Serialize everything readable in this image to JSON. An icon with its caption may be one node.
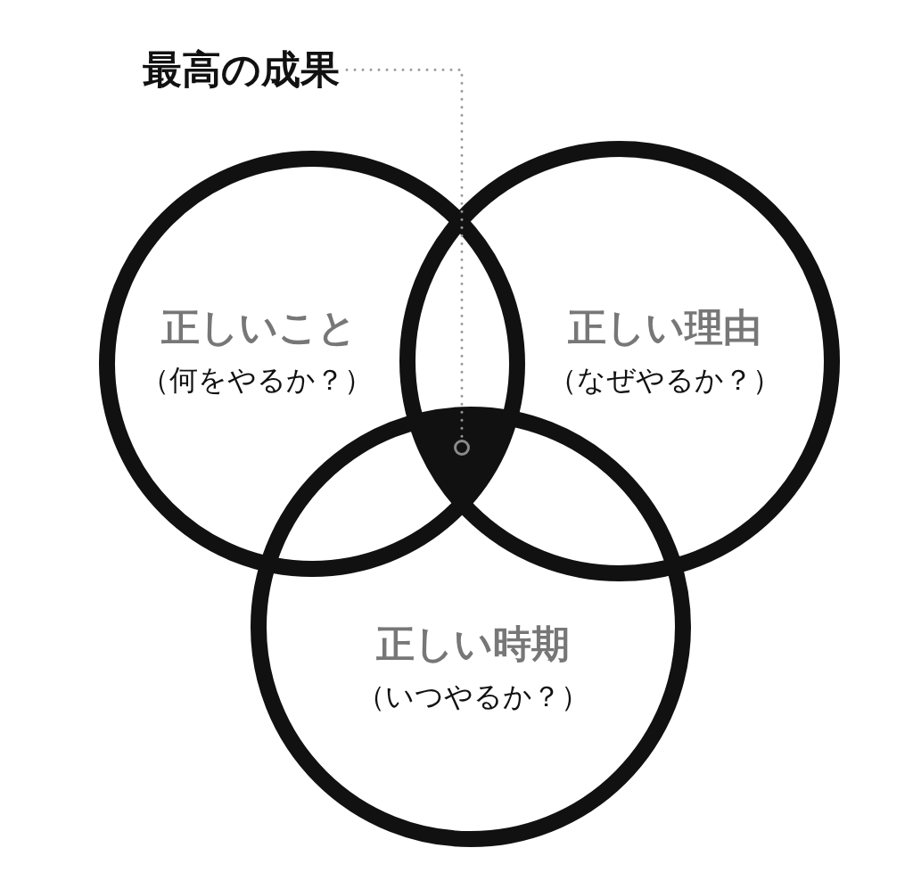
{
  "diagram": {
    "nodes": [
      {
        "text": [
          "最高の成果"
        ]
      },
      {
        "text": [
          "正しいこと",
          "（何をやるか？）"
        ]
      },
      {
        "text": [
          "正しい理由",
          "（なぜやるか？）"
        ]
      },
      {
        "text": [
          "正しい時期",
          "（いつやるか？）"
        ]
      },
      {
        "text": [],
        "shape": "circle"
      }
    ],
    "edges": [
      {
        "from": 0,
        "to": 4,
        "arrow": "none",
        "style": "dashed",
        "color": "#999999"
      }
    ]
  }
}
